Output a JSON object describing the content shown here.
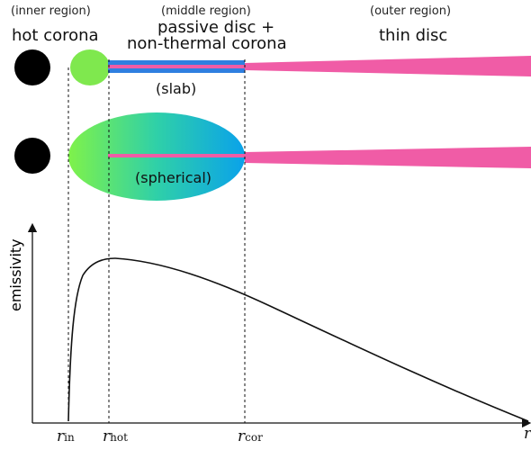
{
  "regions": {
    "inner": "(inner region)",
    "middle": "(middle region)",
    "outer": "(outer region)"
  },
  "components": {
    "hot_corona": "hot corona",
    "middle_line1": "passive disc +",
    "middle_line2": "non-thermal corona",
    "thin_disc": "thin disc",
    "slab": "(slab)",
    "spherical": "(spherical)"
  },
  "plot": {
    "ylabel": "emissivity",
    "x_ticks": [
      {
        "main": "r",
        "sub": "in"
      },
      {
        "main": "r",
        "sub": "hot"
      },
      {
        "main": "r",
        "sub": "cor"
      }
    ],
    "x_end_label": "r"
  },
  "colors": {
    "black_hole": "#000000",
    "hot_corona_green": "#7fe84e",
    "sphere_gradient_start": "#7ff24a",
    "sphere_gradient_end": "#0aa2ea",
    "slab_blue": "#2f7fe0",
    "disc_pink": "#f05ca6",
    "curve": "#111111"
  }
}
